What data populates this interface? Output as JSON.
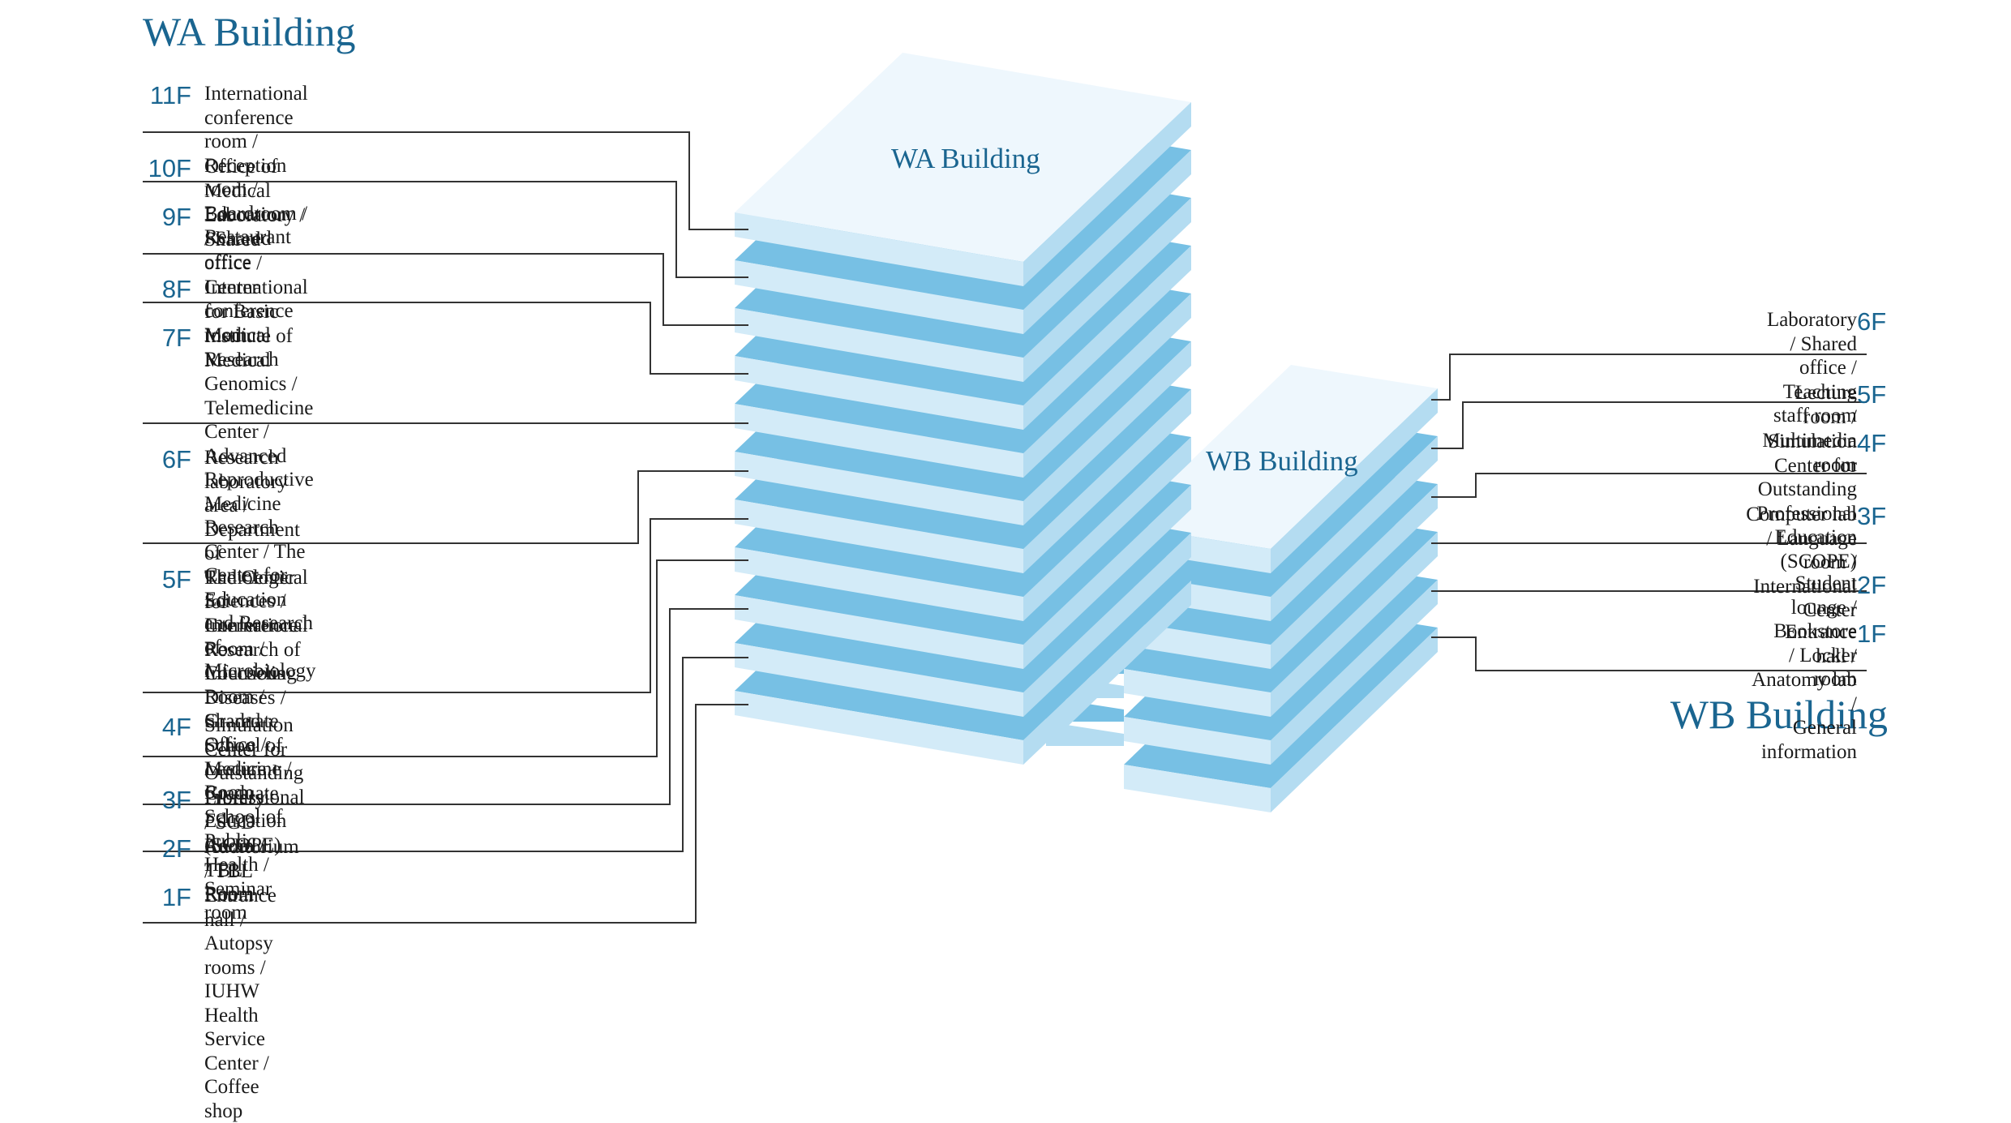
{
  "colors": {
    "title": "#1a6590",
    "roof_top": "#eef7fd",
    "slab_front": "#d3ebf8",
    "slab_side": "#b4dcf1",
    "slab_top": "#77c0e4",
    "line": "#333333"
  },
  "wa_building": {
    "title": "WA Building",
    "roof_label": "WA Building",
    "floors": [
      {
        "floor": "11F",
        "description": "International conference room / Reception room /\nBoardroom / Restaurant"
      },
      {
        "floor": "10F",
        "description": "Office of Medical Education / Shared office"
      },
      {
        "floor": "9F",
        "description": "Laboratory / Shared office /\nInternational conference room"
      },
      {
        "floor": "8F",
        "description": "Center for Basic Medical Research"
      },
      {
        "floor": "7F",
        "description": "Institute of Medical Genomics /\nTelemedicine Center / Advanced Reproductive\nMedicine Research Center / The Center for\nEducation and Research of Microbiology"
      },
      {
        "floor": "6F",
        "description": "Research laboratory area /\nDepartment of Radiological Sciences /\nConference Room / Counseling Room /\nShared Office / Lecture Room"
      },
      {
        "floor": "5F",
        "description": "The Center for International Research of\nInfectious Diseases /\nGraduate School of Medicine /\nGraduate School of Public Health /\nSeminar room"
      },
      {
        "floor": "4F",
        "description": "Simulation Center for Outstanding\nProfessional Education (SCOPE)"
      },
      {
        "floor": "3F",
        "description": "Library / SGD Room / TBL Room"
      },
      {
        "floor": "2F",
        "description": "Auditorium / TBL Room"
      },
      {
        "floor": "1F",
        "description": "Entrance hall / Autopsy rooms /\nIUHW Health Service Center / Coffee shop"
      }
    ]
  },
  "wb_building": {
    "title": "WB Building",
    "roof_label": "WB Building",
    "floors": [
      {
        "floor": "6F",
        "description": "Laboratory / Shared office /\nTeaching staff room"
      },
      {
        "floor": "5F",
        "description": "Lecture room / Multimedia room"
      },
      {
        "floor": "4F",
        "description": "Simulation Center for Outstanding\nProfessional Education (SCOPE)"
      },
      {
        "floor": "3F",
        "description": "Computer lab / Language room /\nInternational Center"
      },
      {
        "floor": "2F",
        "description": "Student lounge / Bookstore / Locker room"
      },
      {
        "floor": "1F",
        "description": "Entrance hall / Anatomy lab /\nGeneral information"
      }
    ]
  }
}
